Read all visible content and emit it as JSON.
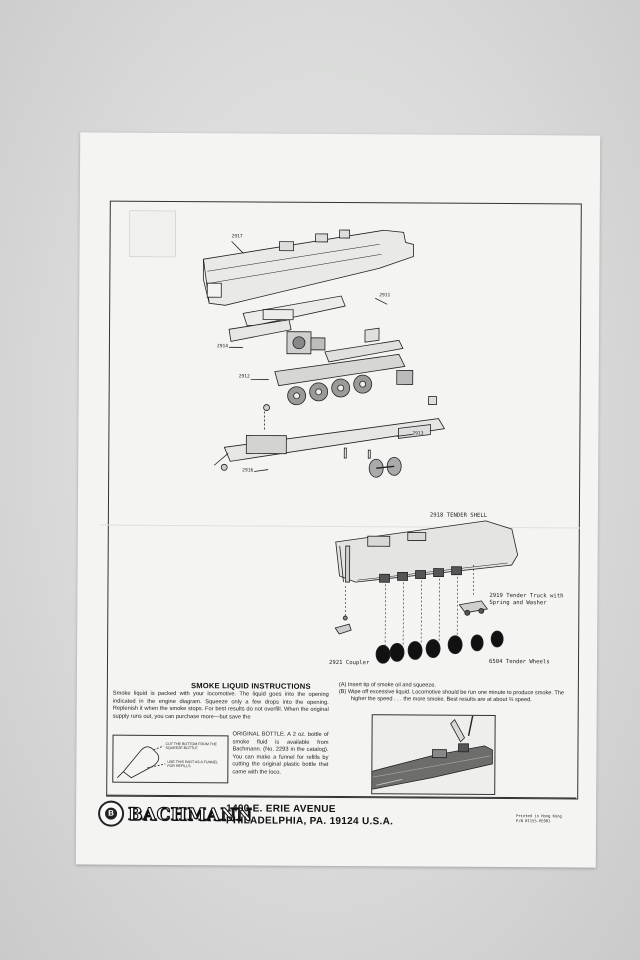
{
  "diagram": {
    "shell_label": "2918 TENDER SHELL",
    "truck_label_1": "2919 Tender Truck with",
    "truck_label_2": "Spring and Washer",
    "coupler_label": "2921 Coupler",
    "wheels_label": "6504 Tender Wheels"
  },
  "smoke": {
    "title": "SMOKE LIQUID INSTRUCTIONS",
    "body": "Smoke liquid is packed with your locomotive. The liquid goes into the opening indicated in the engine diagram. Squeeze only a few drops into the opening. Replenish it when the smoke stops. For best results do not overfill. When the original supply runs out, you can purchase more—but save the",
    "body2": "ORIGINAL BOTTLE. A 2 oz. bottle of smoke fluid is available from Bachmann. (No. 2293 in the catalog). You can make a funnel for refills by cutting the original plastic bottle that came with the loco.",
    "callout_cut": "CUT THE BOTTOM FROM THE SQUEEZE BOTTLE",
    "callout_use": "USE THIS PART AS A FUNNEL FOR REFILLS"
  },
  "steps": {
    "a": "(A)  Insert tip of smoke oil and squeeze.",
    "b": "(B)  Wipe off excessive liquid. Locomotive should be run one minute to produce smoke. The higher the speed . . . the more smoke. Best results are at about ⅔ speed."
  },
  "footer": {
    "brand": "BACHMANN",
    "address_line1": "1400 E. ERIE AVENUE",
    "address_line2": "PHILADELPHIA, PA. 19124 U.S.A.",
    "printed_line1": "Printed in Hong Kong",
    "printed_line2": "P/N 81155-PE001"
  }
}
